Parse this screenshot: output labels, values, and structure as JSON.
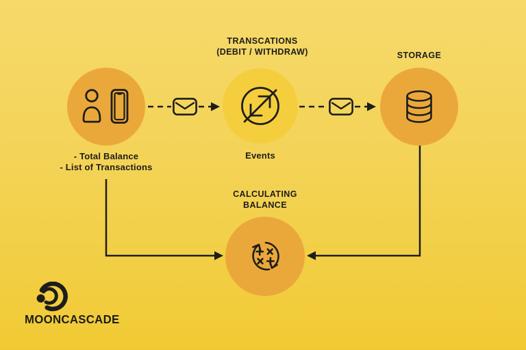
{
  "colors": {
    "bg_top": "#F6D96B",
    "bg_bottom": "#F1CA33",
    "node_orange": "#EBA83A",
    "node_yellow": "#F4CE3C",
    "ink": "#1D1D1B"
  },
  "diagram": {
    "user_node": {
      "caption_line1": "- Total Balance",
      "caption_line2": "- List of Transactions"
    },
    "events_node": {
      "title_line1": "TRANSCATIONS",
      "title_line2": "(DEBIT / WITHDRAW)",
      "caption": "Events"
    },
    "storage_node": {
      "title": "STORAGE"
    },
    "calculating_node": {
      "title_line1": "CALCULATING",
      "title_line2": "BALANCE"
    },
    "icons": {
      "user_node": [
        "person-icon",
        "smartphone-icon"
      ],
      "events_node": "exchange-arrows-icon",
      "storage_node": "database-icon",
      "calculating_node": "calc-sync-icon",
      "connectors": "envelope-icon"
    }
  },
  "branding": {
    "wordmark": "MOONCASCADE",
    "logo_icon": "mooncascade-crescents-icon"
  }
}
